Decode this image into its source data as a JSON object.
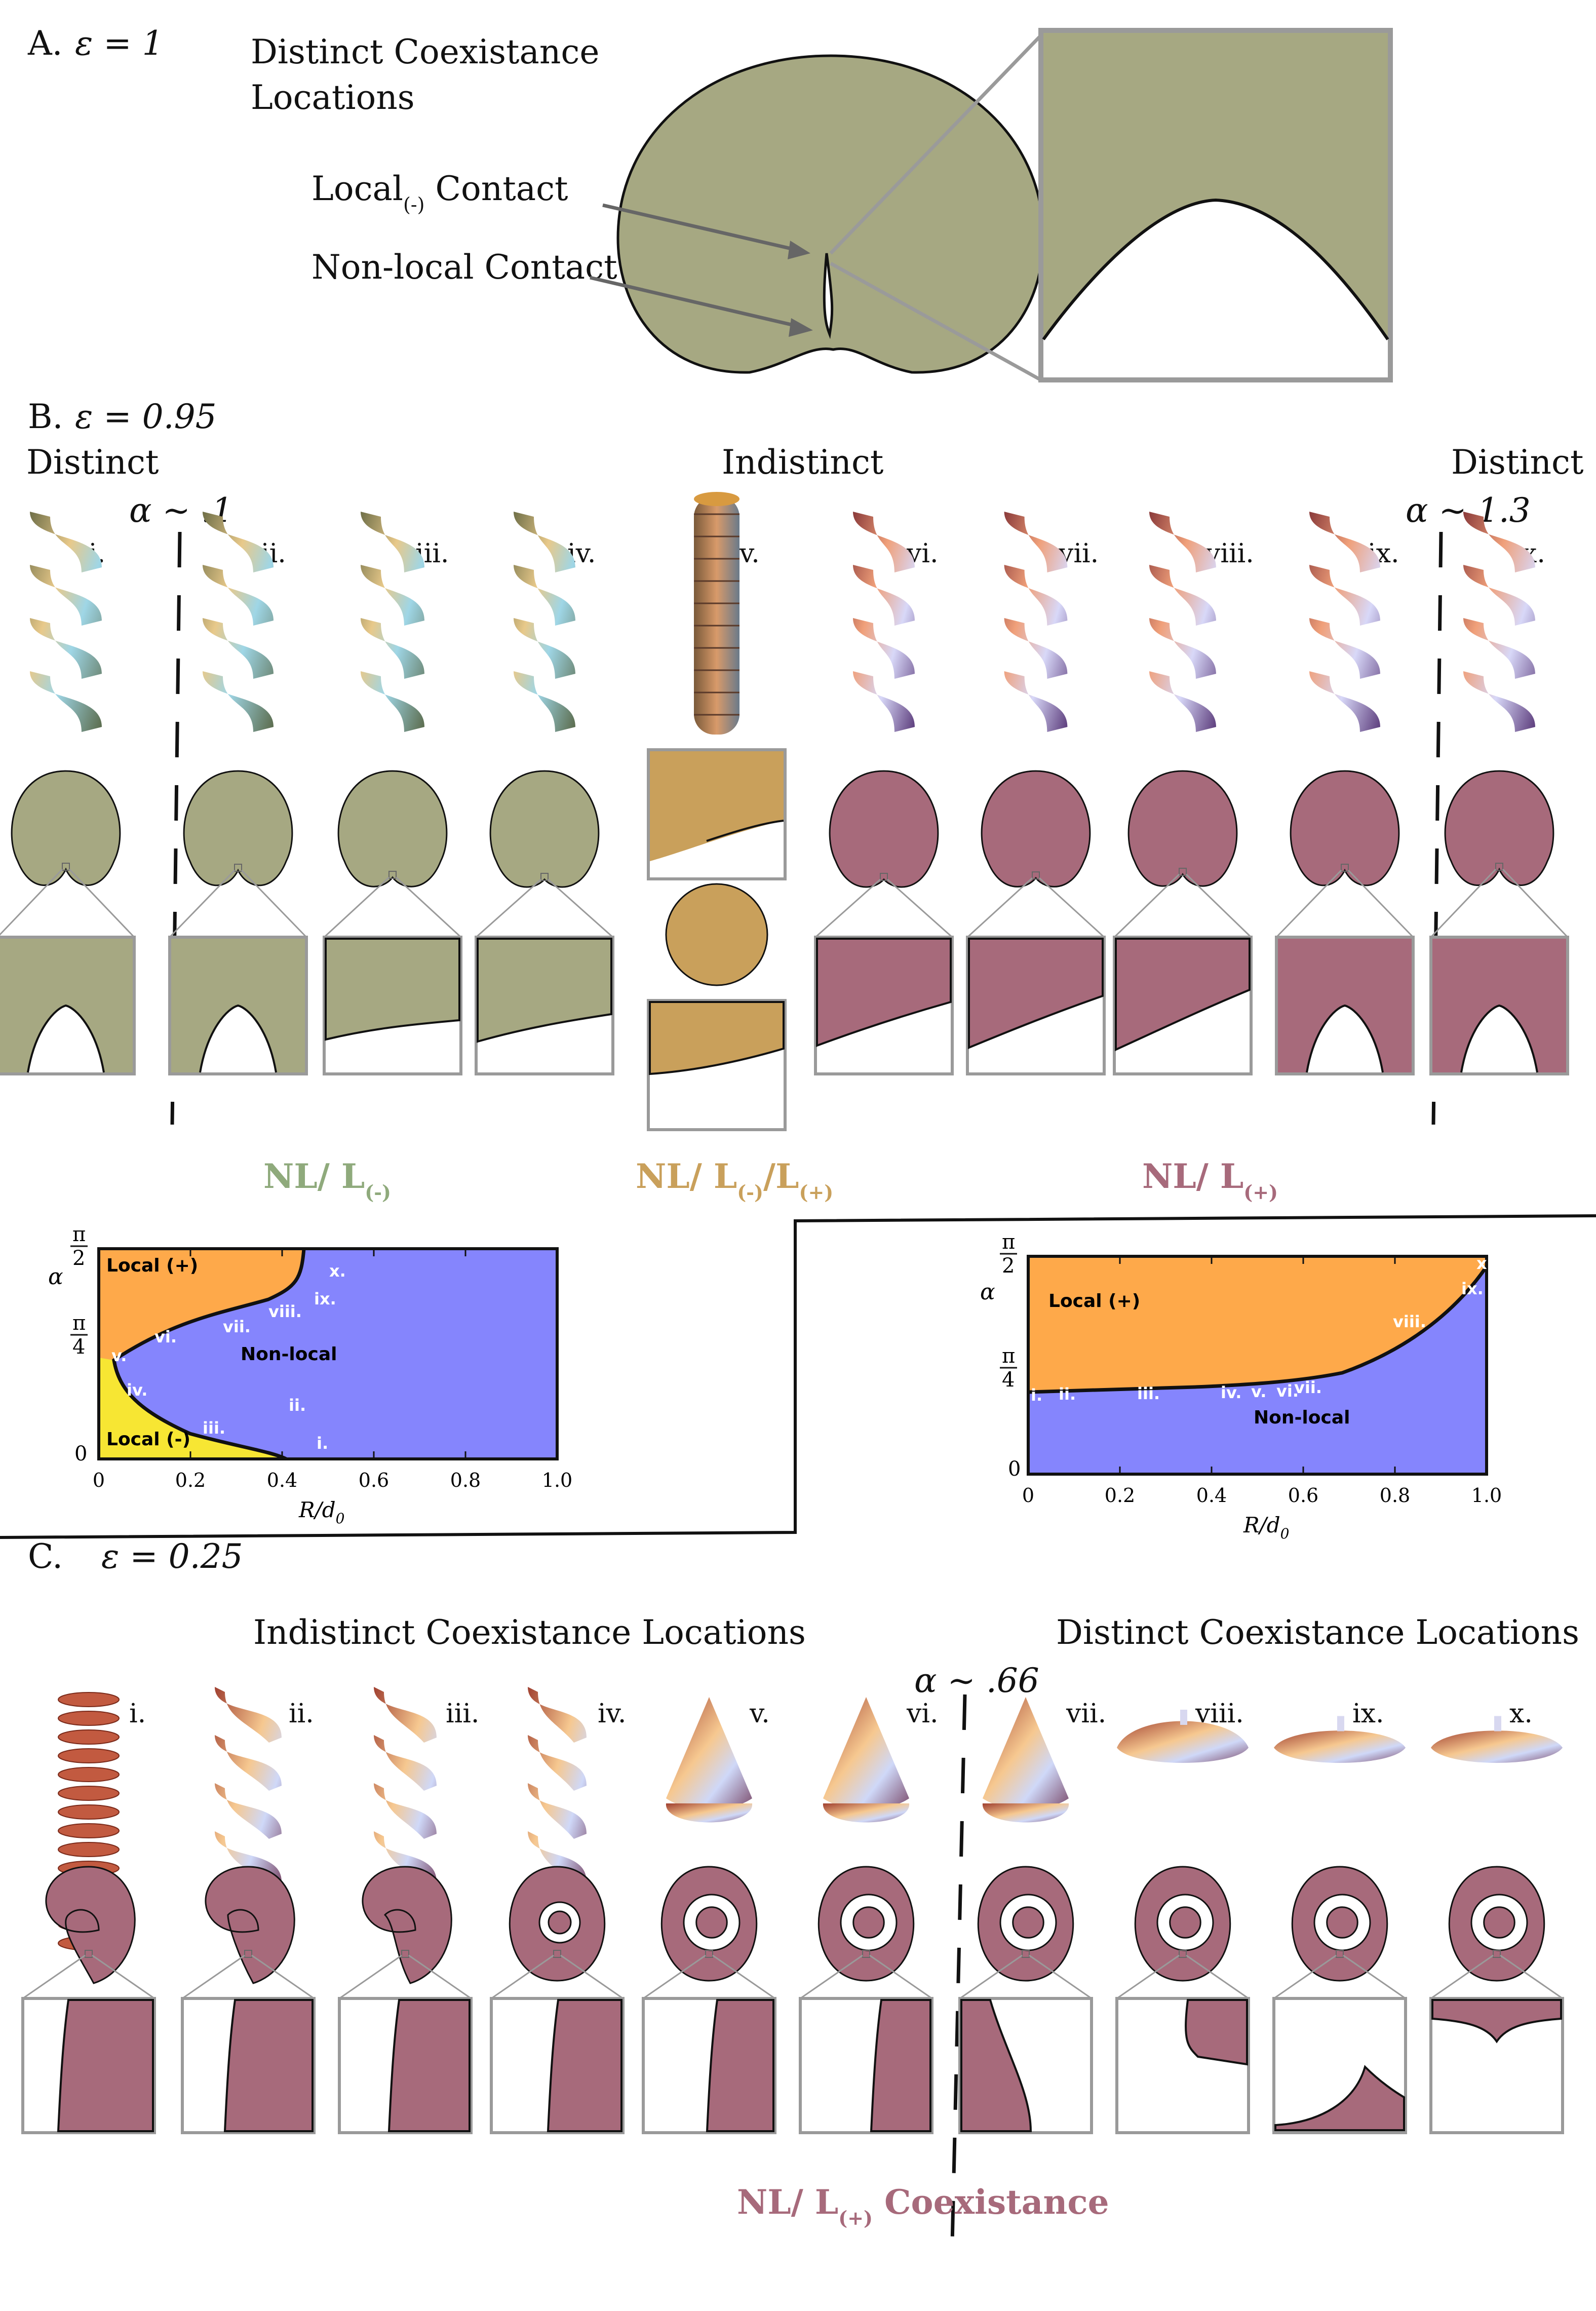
{
  "panel_a": {
    "label": "A.",
    "eps": "ε = 1",
    "title_line1": "Distinct Coexistance",
    "title_line2": "Locations",
    "arrow1": "Local",
    "arrow1_sub": "(-)",
    "arrow1_tail": " Contact",
    "arrow2": "Non-local Contact"
  },
  "panel_b": {
    "label": "B.",
    "eps": "ε = 0.95",
    "left_title": "Distinct",
    "mid_title": "Indistinct",
    "right_title": "Distinct",
    "alpha_left": "α ∼ .1",
    "alpha_right": "α ∼ 1.3",
    "numerals": [
      "i.",
      "ii.",
      "iii.",
      "iv.",
      "v.",
      "vi.",
      "vii.",
      "viii.",
      "ix.",
      "x."
    ],
    "coex_labels": [
      {
        "main": "NL/ L",
        "sub": "(-)"
      },
      {
        "main": "NL/ L",
        "sub": "(-)",
        "extra": "/L",
        "extra_sub": "(+)"
      },
      {
        "main": "NL/ L",
        "sub": "(+)"
      }
    ]
  },
  "chart_left": {
    "ytick_top": "π",
    "ytick_top_den": "2",
    "ytick_mid": "π",
    "ytick_mid_den": "4",
    "ytick_zero": "0",
    "ylabel": "α",
    "xticks": [
      "0",
      "0.2",
      "0.4",
      "0.6",
      "0.8",
      "1.0"
    ],
    "xlabel": "R/d",
    "xlabel_sub": "0",
    "region_local_plus": "Local (+)",
    "region_nonlocal": "Non-local",
    "region_local_minus": "Local (-)",
    "points": [
      "x.",
      "ix.",
      "viii.",
      "vii.",
      "vi.",
      "v.",
      "iv.",
      "iii.",
      "ii.",
      "i."
    ]
  },
  "chart_right": {
    "ytick_top": "π",
    "ytick_top_den": "2",
    "ytick_mid": "π",
    "ytick_mid_den": "4",
    "ytick_zero": "0",
    "ylabel": "α",
    "xticks": [
      "0",
      "0.2",
      "0.4",
      "0.6",
      "0.8",
      "1.0"
    ],
    "xlabel": "R/d",
    "xlabel_sub": "0",
    "region_local_plus": "Local (+)",
    "region_nonlocal": "Non-local",
    "points": [
      "i.",
      "ii.",
      "iii.",
      "iv.",
      "v.",
      "vi.",
      "vii.",
      "viii.",
      "ix.",
      "x."
    ]
  },
  "panel_c": {
    "label": "C.",
    "eps": "ε = 0.25",
    "left_title": "Indistinct Coexistance Locations",
    "right_title": "Distinct Coexistance Locations",
    "alpha": "α ∼ .66",
    "numerals": [
      "i.",
      "ii.",
      "iii.",
      "iv.",
      "v.",
      "vi.",
      "vii.",
      "viii.",
      "ix.",
      "x."
    ],
    "coex_main": "NL/ L",
    "coex_sub": "(+)",
    "coex_tail": " Coexistance"
  },
  "colors": {
    "olive": "#a6a882",
    "tan": "#c9a05b",
    "mauve": "#a76a7b",
    "orange": "#fea94a",
    "blue": "#8585fd",
    "yellow": "#f7e633",
    "green_text": "#8faa7c",
    "tan_text": "#c9a05b",
    "mauve_text": "#a76a7b"
  }
}
